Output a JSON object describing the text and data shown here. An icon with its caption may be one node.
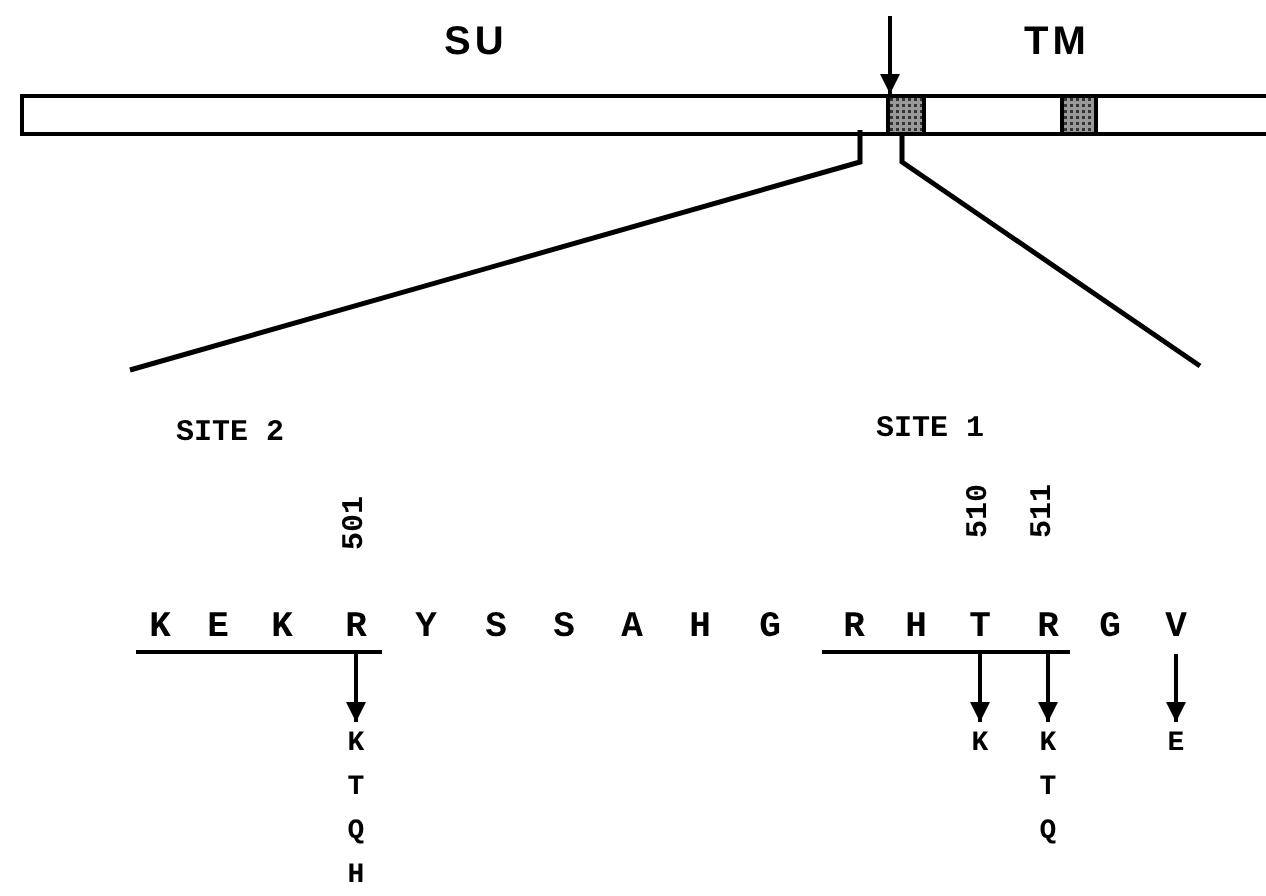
{
  "diagram": {
    "nodes": [
      {
        "text": [],
        "shape": "bar"
      },
      {
        "text": [
          "K"
        ]
      },
      {
        "text": [
          "E"
        ]
      },
      {
        "text": [
          "K"
        ]
      },
      {
        "text": [
          "R"
        ],
        "beside": [
          "501"
        ]
      },
      {
        "text": [
          "Y"
        ]
      },
      {
        "text": [
          "S"
        ]
      },
      {
        "text": [
          "S"
        ]
      },
      {
        "text": [
          "A"
        ]
      },
      {
        "text": [
          "H"
        ]
      },
      {
        "text": [
          "G"
        ]
      },
      {
        "text": [
          "R"
        ]
      },
      {
        "text": [
          "H"
        ]
      },
      {
        "text": [
          "T"
        ],
        "beside": [
          "510"
        ]
      },
      {
        "text": [
          "R"
        ],
        "beside": [
          "511"
        ]
      },
      {
        "text": [
          "G"
        ]
      },
      {
        "text": [
          "V"
        ]
      },
      {
        "text": [
          "K T Q H"
        ]
      },
      {
        "text": [
          "K"
        ]
      },
      {
        "text": [
          "K T Q"
        ]
      },
      {
        "text": [
          "E"
        ]
      }
    ],
    "edges": [
      {
        "from": null,
        "to": 0,
        "arrow": "to"
      },
      {
        "from": 4,
        "to": 17,
        "arrow": "to"
      },
      {
        "from": 13,
        "to": 18,
        "arrow": "to"
      },
      {
        "from": 14,
        "to": 19,
        "arrow": "to"
      },
      {
        "from": 16,
        "to": 20,
        "arrow": "to"
      }
    ],
    "labels": [
      "SU",
      "TM",
      "SITE 2",
      "SITE 1"
    ]
  }
}
